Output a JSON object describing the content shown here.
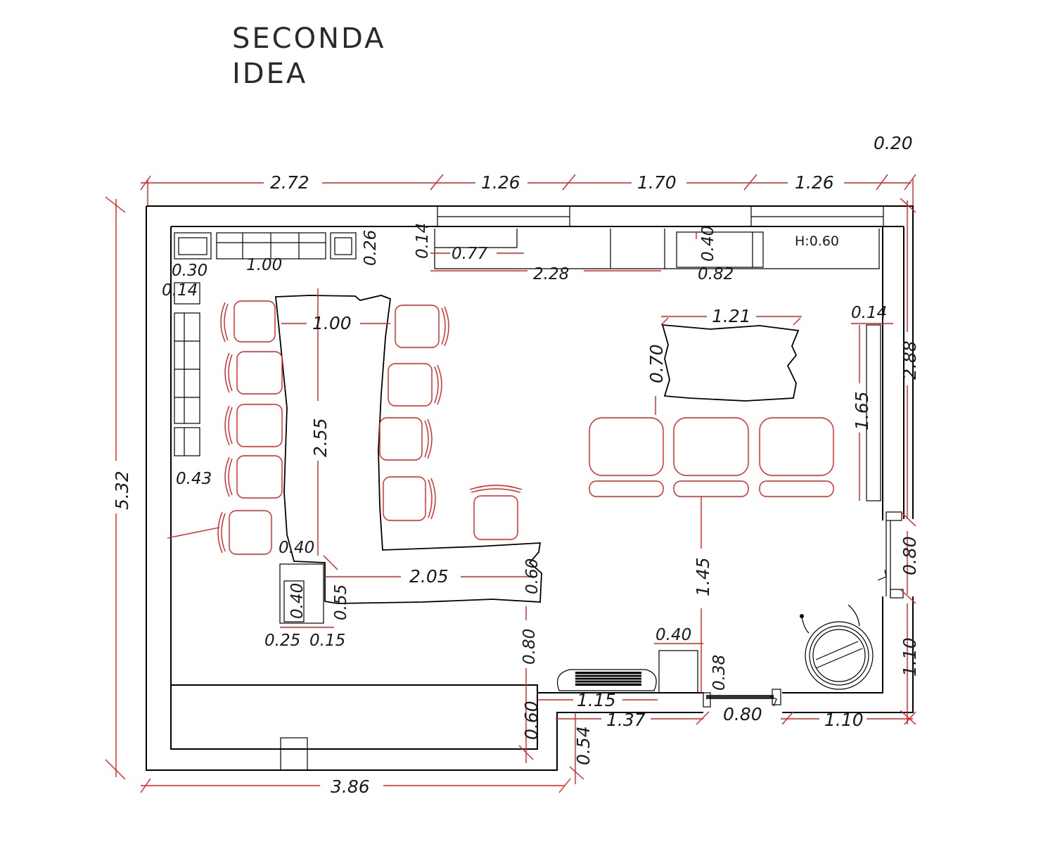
{
  "title": {
    "line1": "SECONDA",
    "line2": "IDEA"
  },
  "colors": {
    "walls": "#000000",
    "dimensions_and_furniture": "#e02020"
  },
  "note": "H:0.60",
  "dimensions": {
    "top_overall": "0.20",
    "top_1": "2.72",
    "top_2": "1.26",
    "top_3": "1.70",
    "top_4": "1.26",
    "left_total": "5.32",
    "right_upper": "2.88",
    "right_door": "0.80",
    "right_lower": "1.10",
    "bottom_left": "3.86",
    "bottom_step": "0.54",
    "bottom_step2": "0.60",
    "bottom_1": "1.15",
    "bottom_2": "1.37",
    "bottom_door": "0.80",
    "bottom_3": "1.10",
    "shelf_w": "1.00",
    "shelf_h": "0.26",
    "shelf_left": "0.30",
    "shelf_depth": "0.14",
    "side_shelf": "0.14",
    "counter_top": "0.14",
    "counter_seg": "0.77",
    "counter_long": "2.28",
    "counter_dim1": "0.40",
    "counter_dim2": "0.82",
    "table_width": "1.00",
    "table_length": "2.55",
    "wall_gap": "0.43",
    "table_leg": "2.05",
    "leg_depth": "0.60",
    "to_wall": "0.80",
    "box_top": "0.40",
    "box_inner": "0.40",
    "box_h": "0.55",
    "box_a": "0.25",
    "box_b": "0.15",
    "small_table_w": "1.21",
    "small_table_h": "0.70",
    "sofa_to_wall": "1.45",
    "right_shelf_h": "1.65",
    "right_shelf_d": "0.14",
    "cabinet_w": "0.40",
    "cabinet_h": "0.38"
  }
}
